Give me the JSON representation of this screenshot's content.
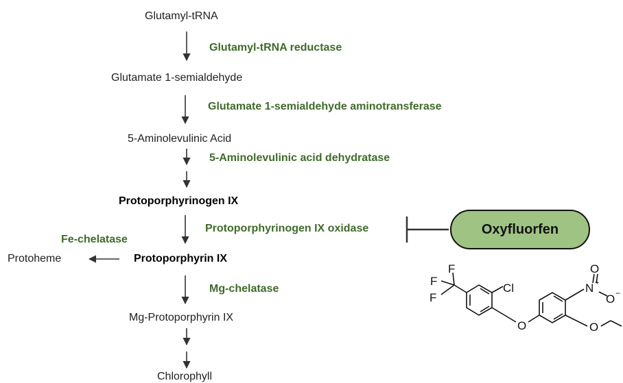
{
  "compounds": {
    "glutamyl_trna": "Glutamyl-tRNA",
    "glutamate_semialdehyde": "Glutamate 1-semialdehyde",
    "ala": "5-Aminolevulinic Acid",
    "protoporphyrinogen": "Protoporphyrinogen IX",
    "protoporphyrin": "Protoporphyrin IX",
    "protoheme": "Protoheme",
    "mg_protoporphyrin": "Mg-Protoporphyrin IX",
    "chlorophyll": "Chlorophyll"
  },
  "enzymes": {
    "glutamyl_trna_reductase": "Glutamyl-tRNA reductase",
    "gsa_aminotransferase": "Glutamate 1-semialdehyde aminotransferase",
    "ala_dehydratase": "5-Aminolevulinic acid dehydratase",
    "ppo": "Protoporphyrinogen IX oxidase",
    "fe_chelatase": "Fe-chelatase",
    "mg_chelatase": "Mg-chelatase"
  },
  "inhibitor": {
    "name": "Oxyfluorfen",
    "color": "#9ec383"
  },
  "structure_labels": {
    "f1": "F",
    "f2": "F",
    "f3": "F",
    "cl": "Cl",
    "o_ether": "O",
    "n": "N",
    "n_charge": "+",
    "o_top": "O",
    "o_minus": "O",
    "o_minus_charge": "−",
    "o_ethoxy": "O"
  },
  "colors": {
    "enzyme": "#3f6b2a",
    "arrow": "#333333"
  }
}
